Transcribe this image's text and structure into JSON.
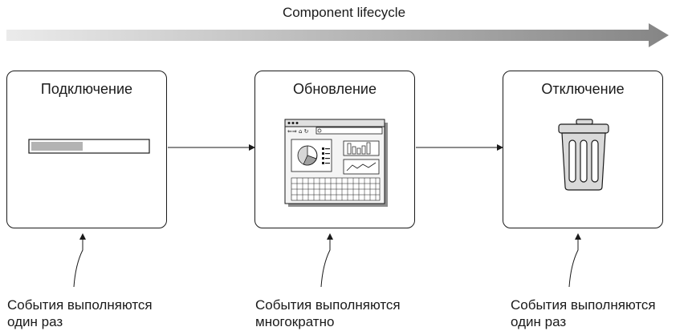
{
  "title": "Component lifecycle",
  "stages": [
    {
      "label": "Подключение",
      "icon": "progress-bar-icon"
    },
    {
      "label": "Обновление",
      "icon": "browser-dashboard-icon"
    },
    {
      "label": "Отключение",
      "icon": "trash-can-icon"
    }
  ],
  "captions": [
    {
      "line1": "События выполняются",
      "line2": "один раз"
    },
    {
      "line1": "События выполняются",
      "line2": "многократно"
    },
    {
      "line1": "События выполняются",
      "line2": "один раз"
    }
  ],
  "colors": {
    "stroke": "#1a1a1a",
    "gradient_start": "#e6e6e6",
    "gradient_end": "#8a8a8a",
    "progress_fill": "#b3b3b3"
  }
}
